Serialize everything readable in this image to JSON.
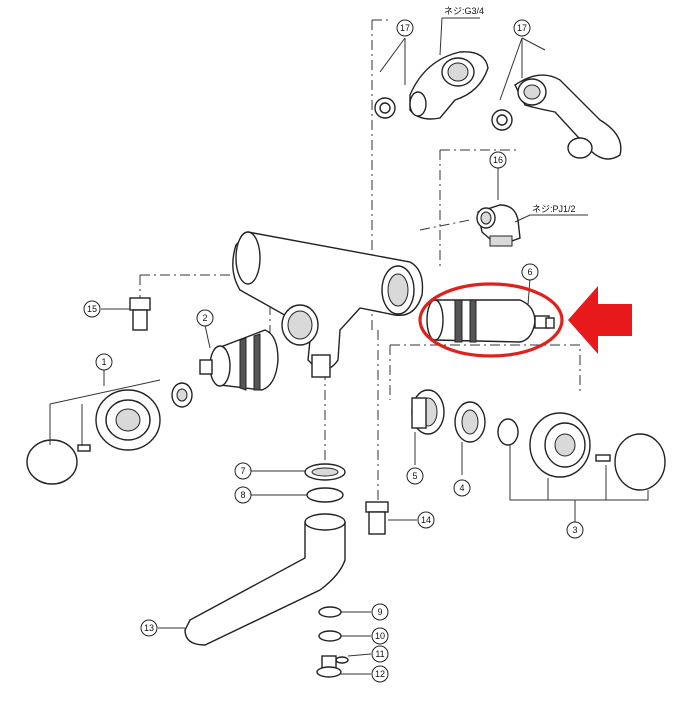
{
  "notes": {
    "thread_g34": "ネジ:G3/4",
    "thread_pj12": "ネジ:PJ1/2"
  },
  "callouts": [
    "1",
    "2",
    "3",
    "4",
    "5",
    "6",
    "7",
    "8",
    "9",
    "10",
    "11",
    "12",
    "13",
    "14",
    "15",
    "16",
    "17"
  ],
  "highlight": {
    "color": "#e0201c",
    "arrow_color": "#e8191b"
  }
}
